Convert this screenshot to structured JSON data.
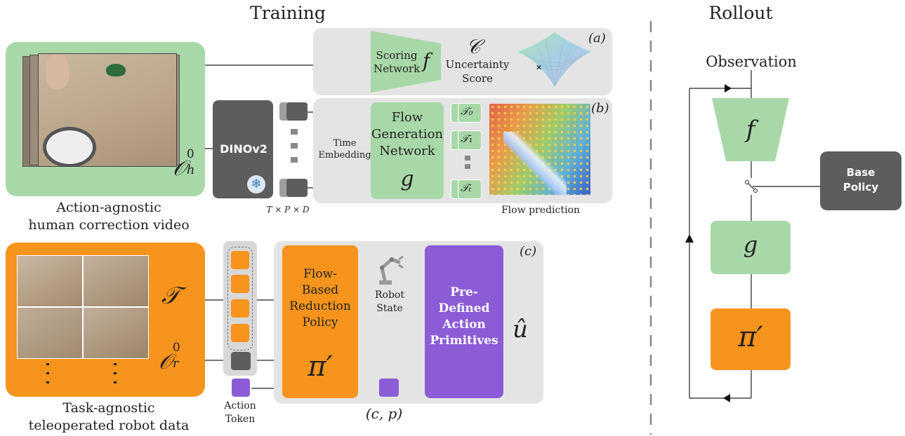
{
  "titles": {
    "training": "Training",
    "rollout": "Rollout"
  },
  "video_panel": {
    "caption_line1": "Action-agnostic",
    "caption_line2": "human correction video",
    "obs_main": "𝒪",
    "obs_sup": "0",
    "obs_sub": "h"
  },
  "panel_a": {
    "tag": "(a)",
    "scoring_network": "Scoring Network",
    "f_symbol": "f",
    "c_symbol": "𝒞",
    "uncertainty_line1": "Uncertainty",
    "uncertainty_line2": "Score"
  },
  "panel_b": {
    "tag": "(b)",
    "dinov2": "DINOv2",
    "dims": "T × P × D",
    "time_embedding_line1": "Time",
    "time_embedding_line2": "Embedding",
    "flow_gen_line1": "Flow",
    "flow_gen_line2": "Generation",
    "flow_gen_line3": "Network",
    "g_symbol": "g",
    "tau0": "𝒯₀",
    "tau1": "𝒯₁",
    "taut": "𝒯ₜ",
    "flow_prediction": "Flow prediction"
  },
  "robot_panel": {
    "tau": "𝒯",
    "obs_main": "𝒪",
    "obs_sup": "0",
    "obs_sub": "r",
    "caption_line1": "Task-agnostic",
    "caption_line2": "teleoperated robot data"
  },
  "panel_c": {
    "tag": "(c)",
    "policy_line1": "Flow-",
    "policy_line2": "Based",
    "policy_line3": "Reduction",
    "policy_line4": "Policy",
    "pi_symbol": "π′",
    "robot_state_line1": "Robot",
    "robot_state_line2": "State",
    "primitives_line1": "Pre-",
    "primitives_line2": "Defined",
    "primitives_line3": "Action",
    "primitives_line4": "Primitives",
    "u_hat": "û",
    "action_token_line1": "Action",
    "action_token_line2": "Token",
    "cp_label": "(c, p)"
  },
  "rollout": {
    "observation": "Observation",
    "f_symbol": "f",
    "g_symbol": "g",
    "pi_symbol": "π′",
    "base_policy_line1": "Base",
    "base_policy_line2": "Policy"
  },
  "colors": {
    "green": "#a8d8a8",
    "orange": "#f7941d",
    "purple": "#8b5cd6",
    "dark": "#5d5d5d",
    "panel_grey": "#e4e4e4"
  }
}
